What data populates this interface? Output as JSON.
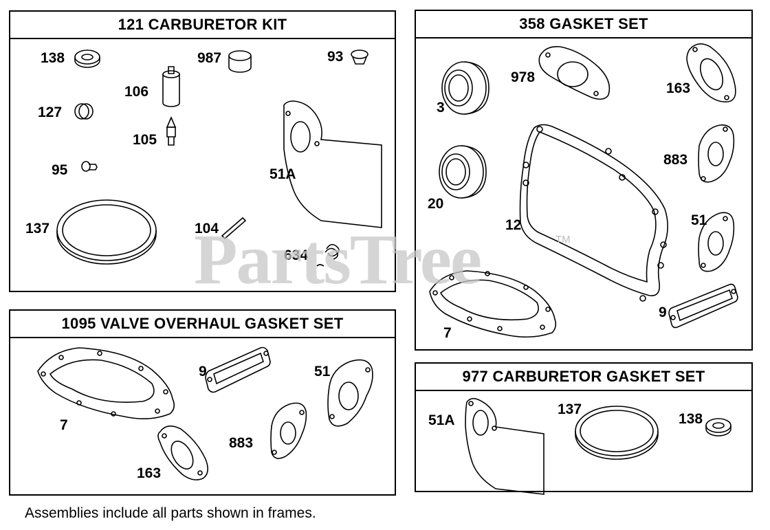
{
  "panels": {
    "carburetor_kit": {
      "title": "121 CARBURETOR KIT",
      "labels": [
        "138",
        "987",
        "93",
        "106",
        "127",
        "105",
        "95",
        "51A",
        "137",
        "104",
        "634"
      ]
    },
    "valve_overhaul": {
      "title": "1095 VALVE OVERHAUL GASKET SET",
      "labels": [
        "9",
        "51",
        "7",
        "883",
        "163"
      ]
    },
    "gasket_set": {
      "title": "358 GASKET SET",
      "labels": [
        "978",
        "163",
        "3",
        "883",
        "20",
        "12",
        "51",
        "9",
        "7"
      ]
    },
    "carb_gasket_set": {
      "title": "977 CARBURETOR GASKET SET",
      "labels": [
        "137",
        "138",
        "51A"
      ]
    }
  },
  "footer": "Assemblies include all parts shown in frames.",
  "watermark": {
    "text": "PartsTree",
    "mark": "TM"
  },
  "colors": {
    "line": "#000000",
    "background": "#ffffff",
    "watermark": "#c8c8c8"
  }
}
